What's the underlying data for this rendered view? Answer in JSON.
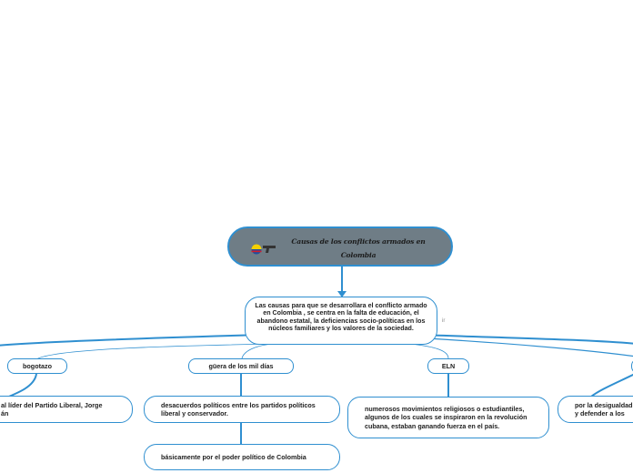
{
  "root": {
    "title": "Causas de los conflictos armados en Colombia",
    "icons": [
      "colombia-flag-icon",
      "gun-icon"
    ]
  },
  "central": {
    "text": "Las causas para que se desarrollara el conflicto armado en Colombia , se centra en la falta de educación, el abandono estatal, la deficiencias socio-políticas en los núcleos familiares y los valores de la sociedad."
  },
  "floating_label": "ir",
  "branches": [
    {
      "label": "bogotazo",
      "children": [
        "al líder del Partido Liberal, Jorge\nán"
      ]
    },
    {
      "label": "güera de los mil días",
      "children": [
        "desacuerdos políticos entre los partidos políticos liberal y conservador.",
        "básicamente por el poder político de Colombia"
      ]
    },
    {
      "label": "ELN",
      "children": [
        "numerosos movimientos religiosos o estudiantiles, algunos de los cuales se inspiraron en la revolución cubana, estaban ganando fuerza en el país."
      ]
    },
    {
      "label": "",
      "children": [
        "por la desigualdad\ny defender a los"
      ]
    }
  ],
  "colors": {
    "line": "#2f8fd0",
    "root_fill": "#6f7d86",
    "node_fill": "#ffffff",
    "text": "#222222"
  }
}
